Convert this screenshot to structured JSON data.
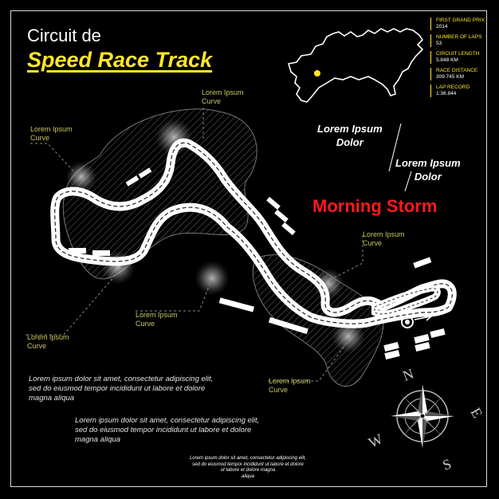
{
  "title": {
    "line1": "Circuit de",
    "line2": "Speed Race Track"
  },
  "stats": [
    {
      "label": "FIRST GRAND PRIX",
      "value": "2014"
    },
    {
      "label": "NUMBER OF LAPS",
      "value": "53"
    },
    {
      "label": "CIRCUIT LENGTH",
      "value": "5.848 KM"
    },
    {
      "label": "RACE DISTANCE",
      "value": "309.745 KM"
    },
    {
      "label": "LAP RECORD",
      "value": "1:36.844"
    }
  ],
  "dolor_blocks": [
    {
      "line1": "Lorem Ipsum",
      "line2": "Dolor"
    },
    {
      "line1": "Lorem Ipsum",
      "line2": "Dolor"
    }
  ],
  "headline": "Morning Storm",
  "curve_labels": [
    {
      "line1": "Lorem Ipsum",
      "line2": "Curve"
    },
    {
      "line1": "Lorem Ipsum",
      "line2": "Curve"
    },
    {
      "line1": "Lorem Ipsum",
      "line2": "Curve"
    },
    {
      "line1": "Lorem Ipsum",
      "line2": "Curve"
    },
    {
      "line1": "Lorem Ipsum",
      "line2": "Curve"
    },
    {
      "line1": "Lorem Ipsum",
      "line2": "Curve"
    }
  ],
  "paragraphs": [
    {
      "lines": [
        "Lorem ipsum dolor sit amet, consectetur adipiscing elit,",
        "sed do eiusmod tempor incididunt ut labore et dolore",
        "magna aliqua"
      ]
    },
    {
      "lines": [
        "Lorem ipsum dolor sit amet, consectetur adipiscing elit,",
        "sed do eiusmod tempor incididunt ut labore et dolore",
        "magna aliqua"
      ]
    }
  ],
  "footer": {
    "lines": [
      "Lorem ipsum dolor sit amet, consectetur adipiscing elit,",
      "sed do eiusmod tempor incididunt ut labore et dolore",
      "ut labore et dolore magna",
      "aliqua"
    ]
  },
  "compass": {
    "n": "N",
    "e": "E",
    "s": "S",
    "w": "W"
  },
  "colors": {
    "accent": "#ffe62a",
    "headline": "#ff1a1a",
    "label": "#c8c864",
    "background": "#000000"
  }
}
